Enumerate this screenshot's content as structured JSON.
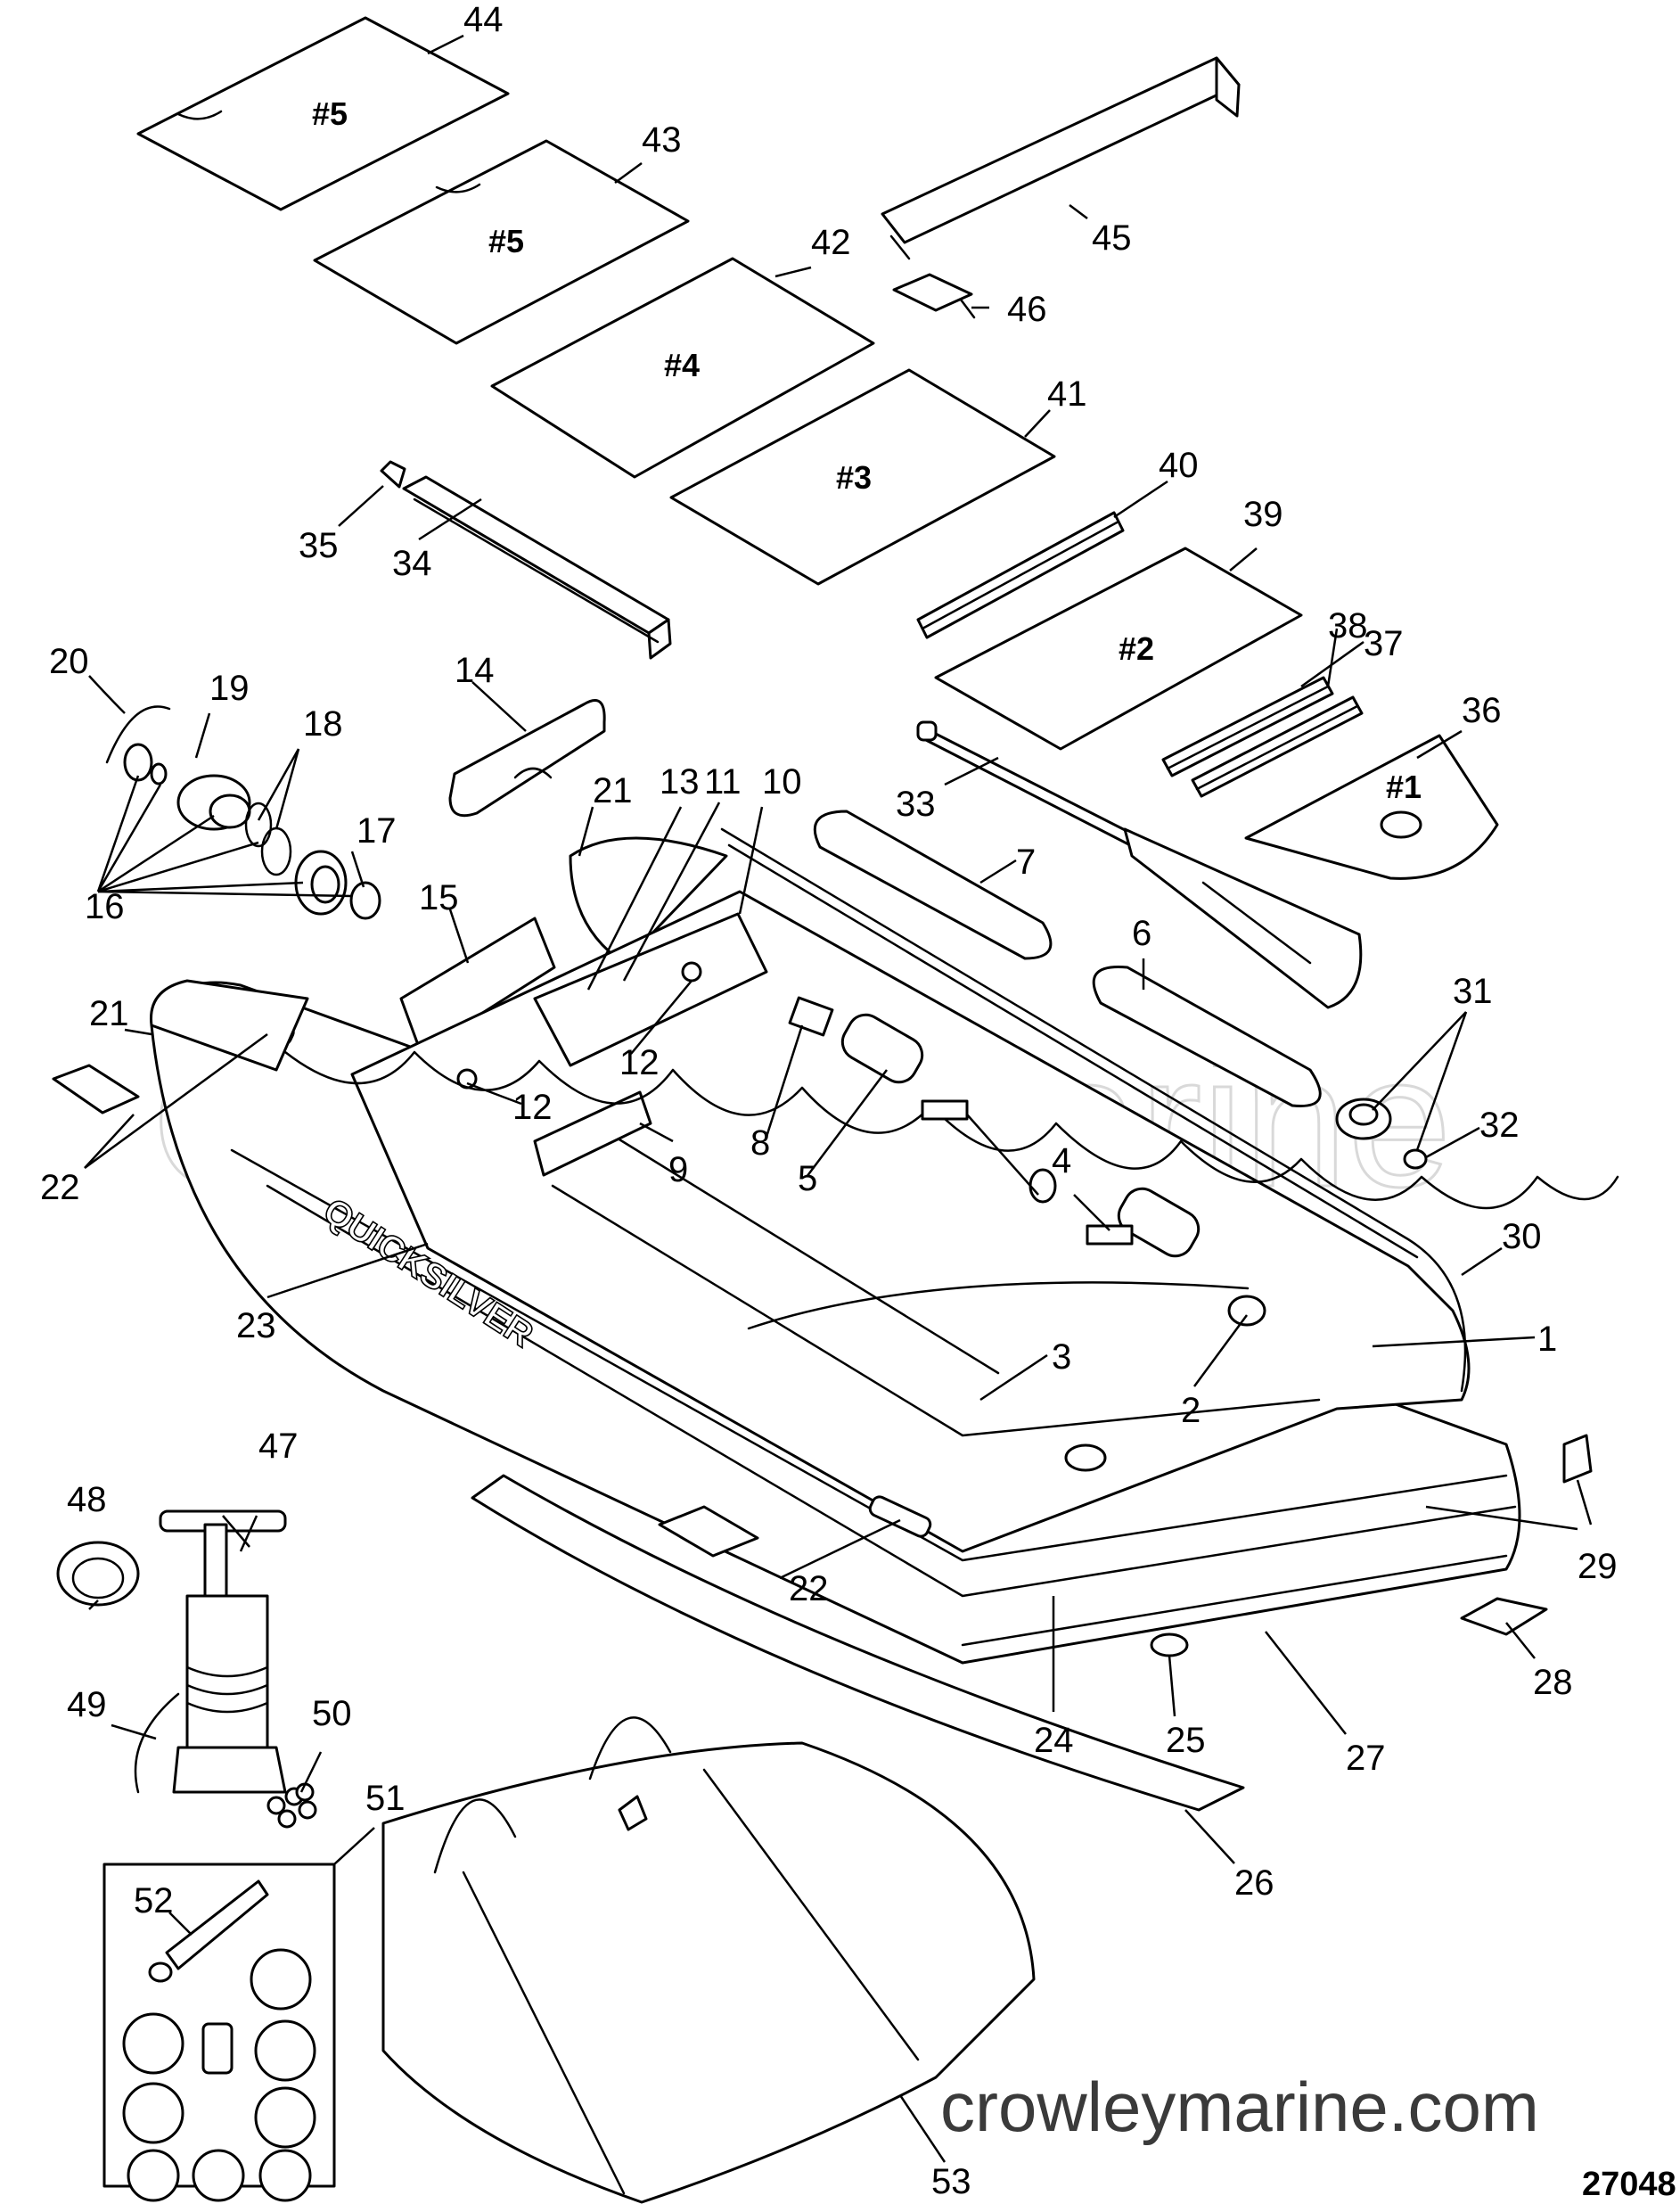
{
  "diagram": {
    "watermark": "Crowley Marine",
    "website": "crowleymarine.com",
    "figure_number": "27048",
    "hull_brand_text": "QUICKSILVER",
    "floor_panels": [
      {
        "ref": "41",
        "marking": "#3"
      },
      {
        "ref": "42",
        "marking": "#4"
      },
      {
        "ref": "43",
        "marking": "#5"
      },
      {
        "ref": "44",
        "marking": "#5"
      },
      {
        "ref": "39",
        "marking": "#2"
      },
      {
        "ref": "36",
        "marking": "#1"
      }
    ],
    "callouts": [
      "1",
      "2",
      "3",
      "4",
      "5",
      "6",
      "7",
      "8",
      "9",
      "10",
      "11",
      "12",
      "12",
      "13",
      "14",
      "15",
      "16",
      "17",
      "18",
      "19",
      "20",
      "21",
      "21",
      "22",
      "22",
      "23",
      "24",
      "25",
      "26",
      "27",
      "28",
      "29",
      "30",
      "31",
      "32",
      "33",
      "34",
      "35",
      "36",
      "37",
      "38",
      "39",
      "40",
      "41",
      "42",
      "43",
      "44",
      "45",
      "46",
      "47",
      "48",
      "49",
      "50",
      "51",
      "52",
      "53"
    ]
  }
}
